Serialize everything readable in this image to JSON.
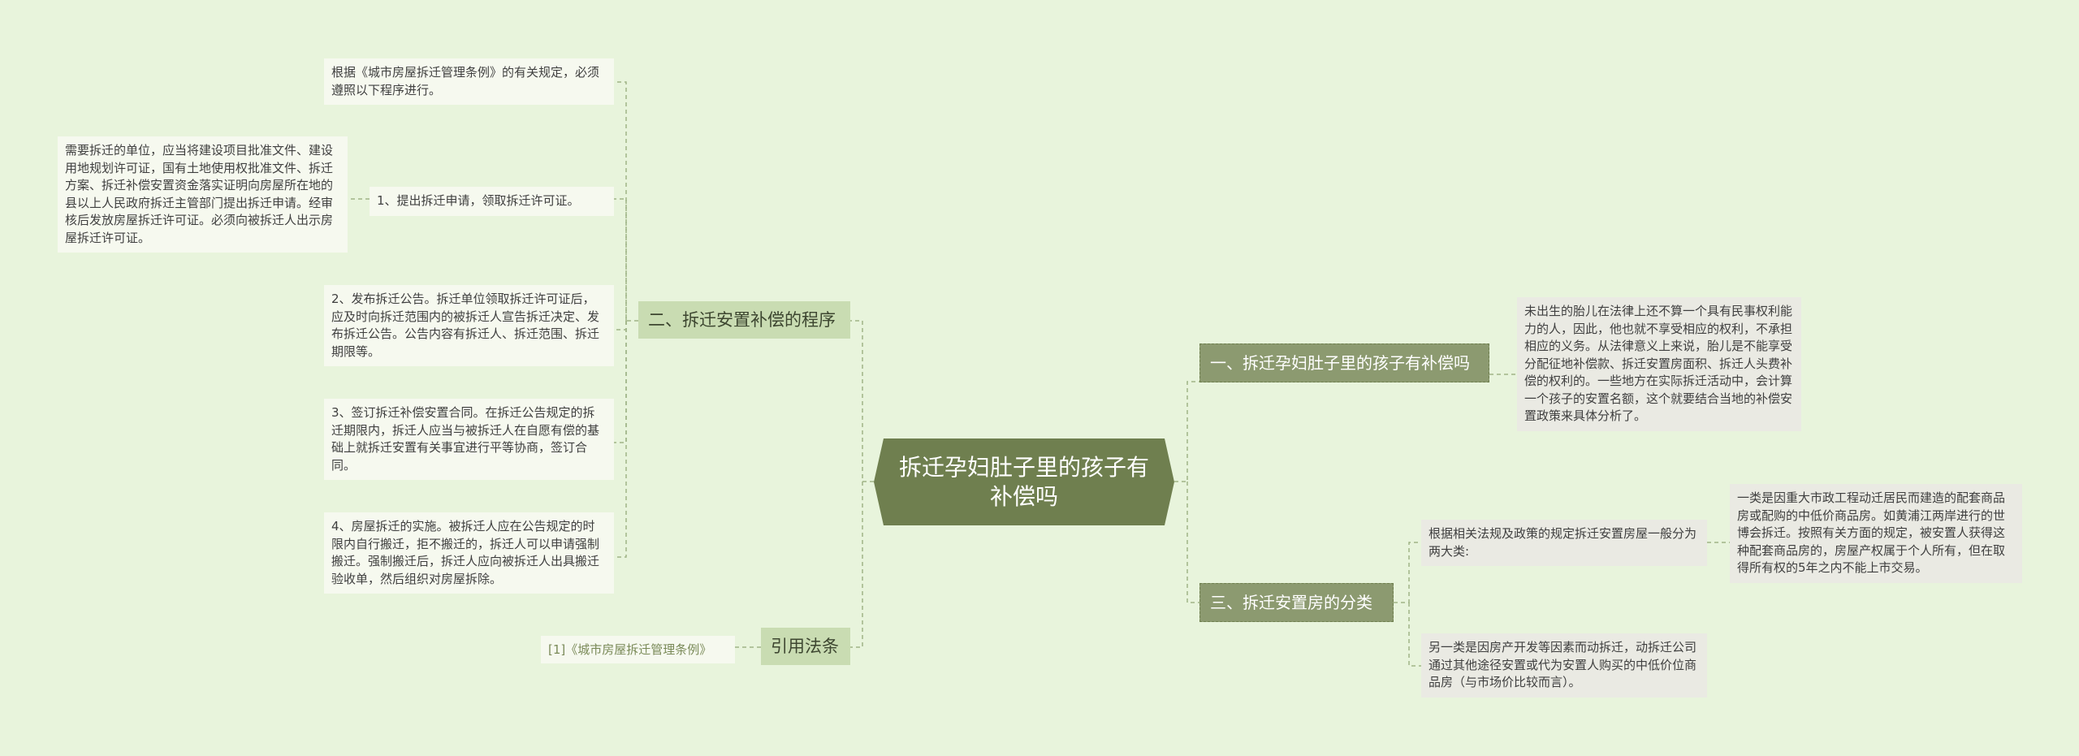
{
  "root": {
    "title": "拆迁孕妇肚子里的孩子有补偿吗"
  },
  "right_branches": [
    {
      "label": "一、拆迁孕妇肚子里的孩子有补偿吗",
      "details": [
        "未出生的胎儿在法律上还不算一个具有民事权利能力的人，因此，他也就不享受相应的权利，不承担相应的义务。从法律意义上来说，胎儿是不能享受分配征地补偿款、拆迁安置房面积、拆迁人头费补偿的权利的。一些地方在实际拆迁活动中，会计算一个孩子的安置名额，这个就要结合当地的补偿安置政策来具体分析了。"
      ]
    },
    {
      "label": "三、拆迁安置房的分类",
      "intro": "根据相关法规及政策的规定拆迁安置房屋一般分为两大类:",
      "intro_detail": "一类是因重大市政工程动迁居民而建造的配套商品房或配购的中低价商品房。如黄浦江两岸进行的世博会拆迁。按照有关方面的规定，被安置人获得这种配套商品房的，房屋产权属于个人所有，但在取得所有权的5年之内不能上市交易。",
      "other": "另一类是因房产开发等因素而动拆迁，动拆迁公司通过其他途径安置或代为安置人购买的中低价位商品房（与市场价比较而言）。"
    }
  ],
  "left_branches": [
    {
      "label": "二、拆迁安置补偿的程序",
      "items": [
        {
          "text": "根据《城市房屋拆迁管理条例》的有关规定，必须遵照以下程序进行。"
        },
        {
          "text": "1、提出拆迁申请，领取拆迁许可证。",
          "detail": "需要拆迁的单位，应当将建设项目批准文件、建设用地规划许可证，国有土地使用权批准文件、拆迁方案、拆迁补偿安置资金落实证明向房屋所在地的县以上人民政府拆迁主管部门提出拆迁申请。经审核后发放房屋拆迁许可证。必须向被拆迁人出示房屋拆迁许可证。"
        },
        {
          "text": "2、发布拆迁公告。拆迁单位领取拆迁许可证后，应及时向拆迁范围内的被拆迁人宣告拆迁决定、发布拆迁公告。公告内容有拆迁人、拆迁范围、拆迁期限等。"
        },
        {
          "text": "3、签订拆迁补偿安置合同。在拆迁公告规定的拆迁期限内，拆迁人应当与被拆迁人在自愿有偿的基础上就拆迁安置有关事宜进行平等协商，签订合同。"
        },
        {
          "text": "4、房屋拆迁的实施。被拆迁人应在公告规定的时限内自行搬迁，拒不搬迁的，拆迁人可以申请强制搬迁。强制搬迁后，拆迁人应向被拆迁人出具搬迁验收单，然后组织对房屋拆除。"
        }
      ]
    },
    {
      "label": "引用法条",
      "items": [
        {
          "text": "[1]《城市房屋拆迁管理条例》"
        }
      ]
    }
  ]
}
